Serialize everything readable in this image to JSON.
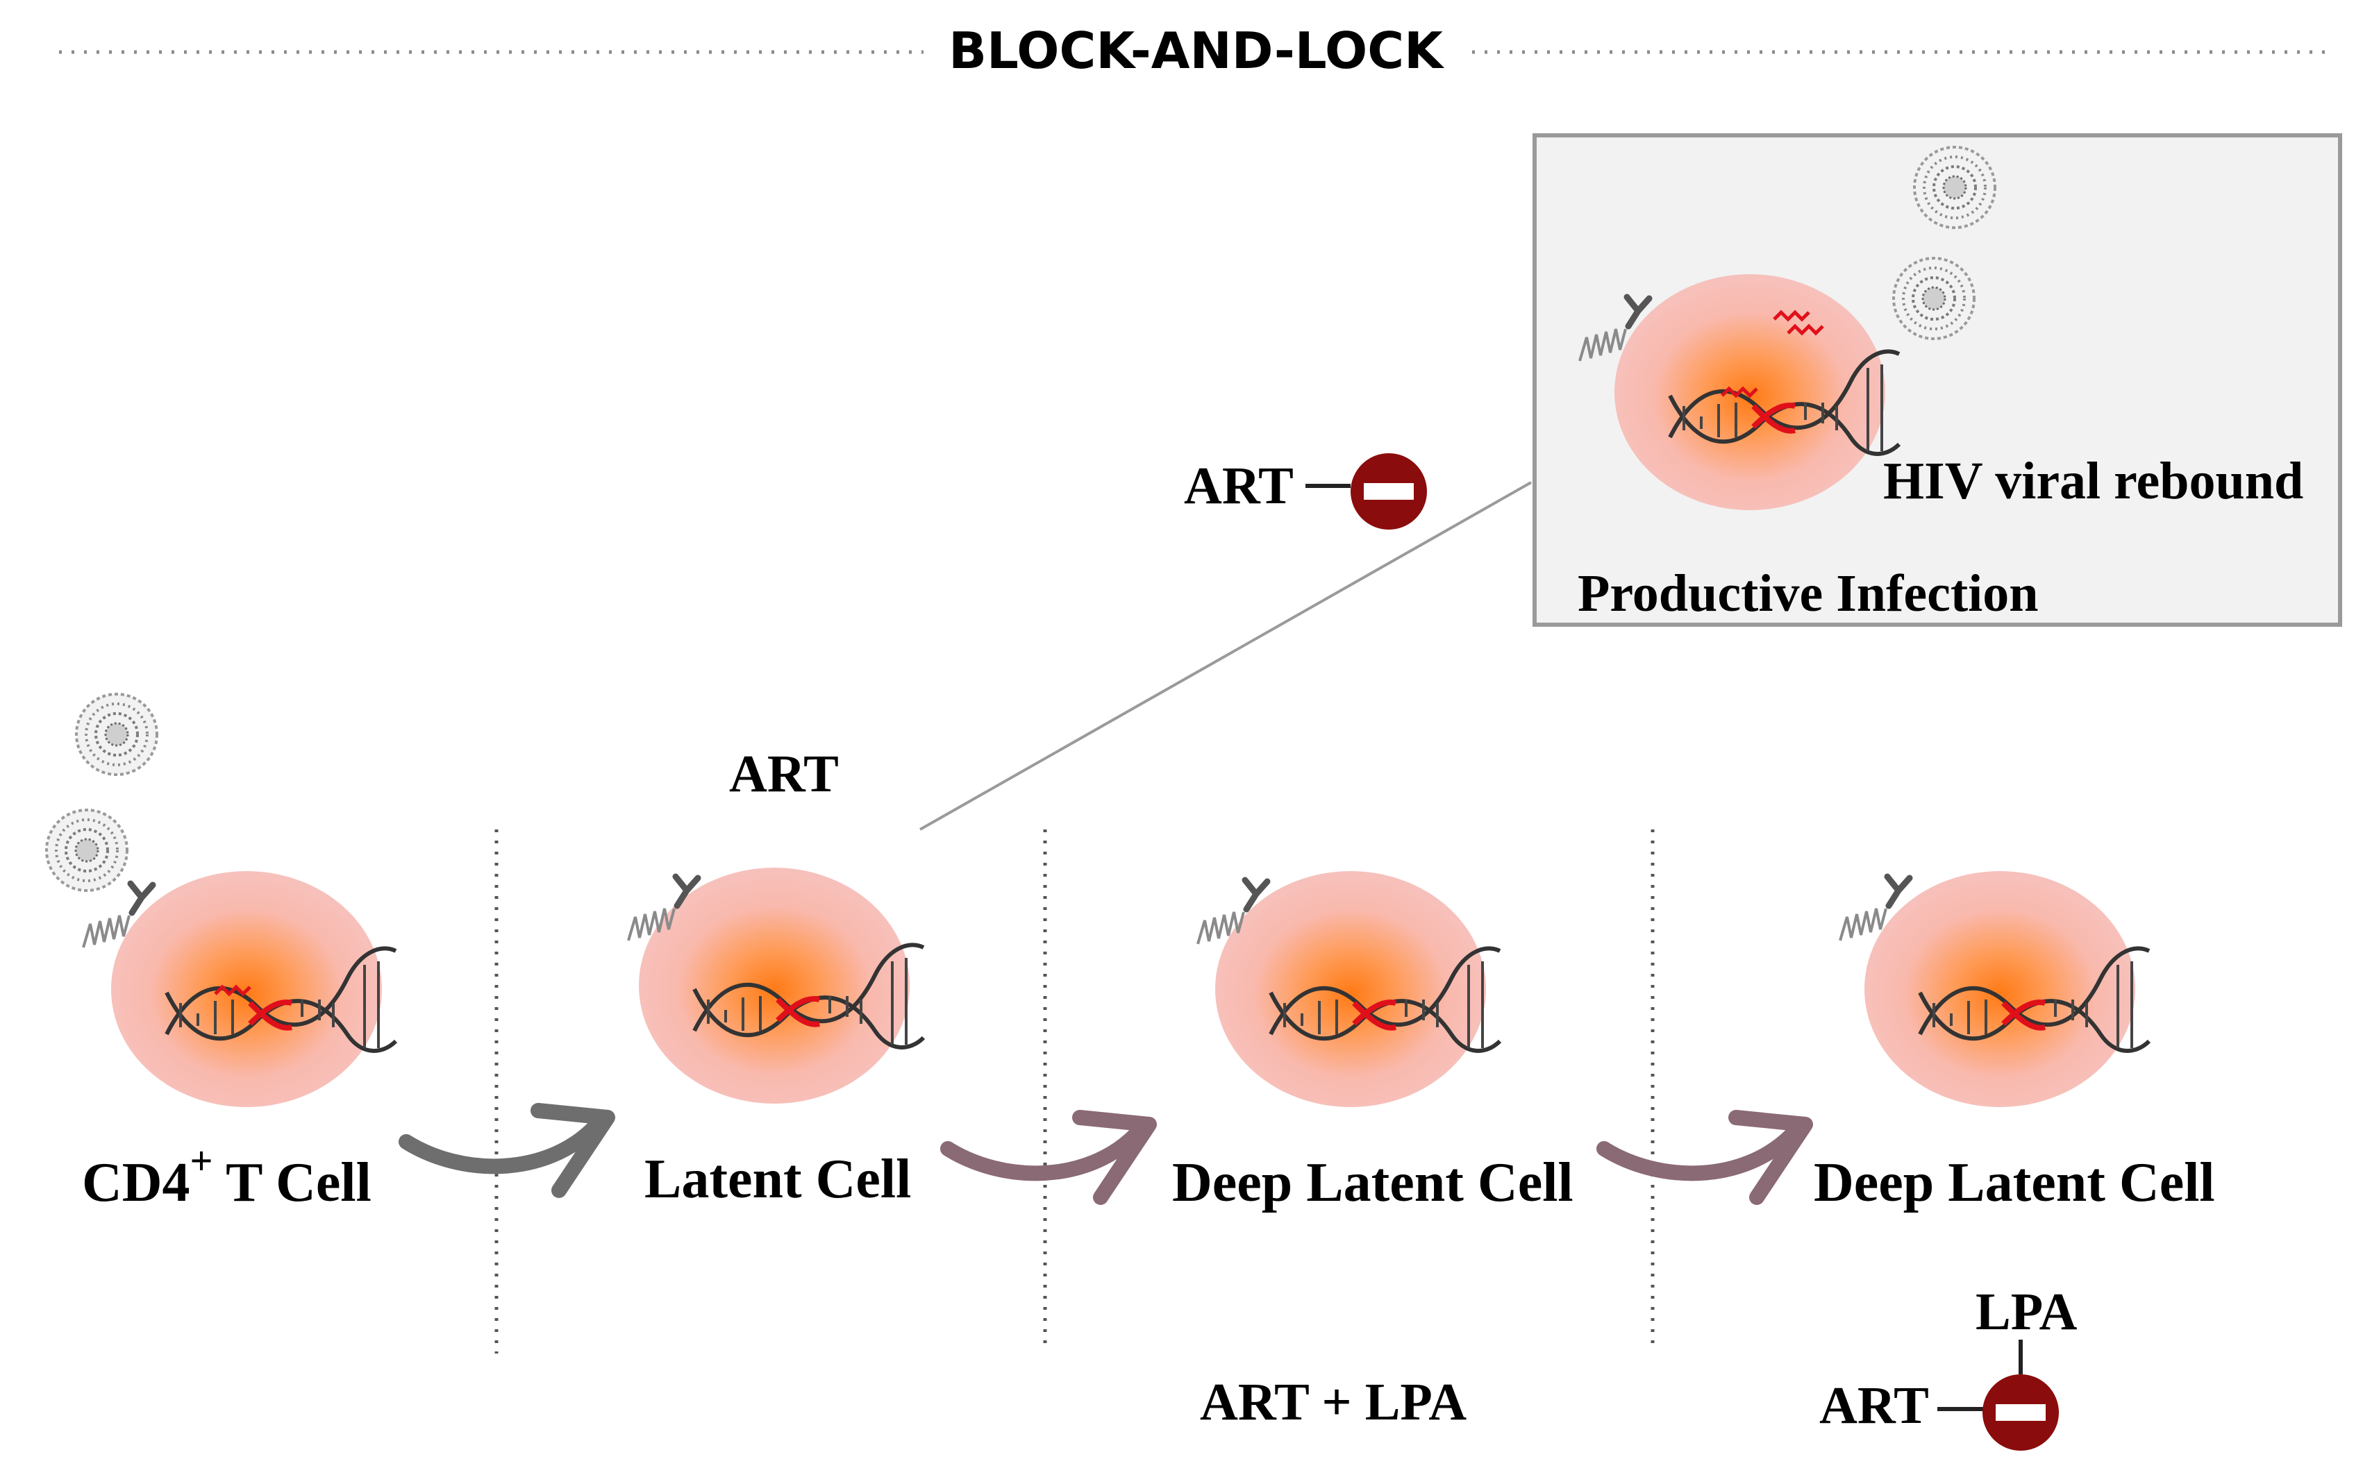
{
  "title": "BLOCK-AND-LOCK",
  "stages": [
    {
      "label_main": "CD4",
      "label_sup": "+",
      "label_rest": " T Cell"
    },
    {
      "label_main": "Latent Cell"
    },
    {
      "label_main": "Deep Latent Cell"
    },
    {
      "label_main": "Deep Latent Cell"
    }
  ],
  "treatments": {
    "art_above_latent": "ART",
    "art_lpa": "ART + LPA",
    "art_block": "ART",
    "art_final": "ART",
    "lpa_final": "LPA"
  },
  "inset": {
    "rebound_label": "HIV viral rebound",
    "infection_label": "Productive Infection"
  },
  "colors": {
    "cell_core": "#ff7a1a",
    "cell_edge": "#f7b3ae",
    "block_icon": "#8b0c0c",
    "arrow_gray": "#6e6e6e",
    "arrow_mauve": "#8a6a75"
  }
}
